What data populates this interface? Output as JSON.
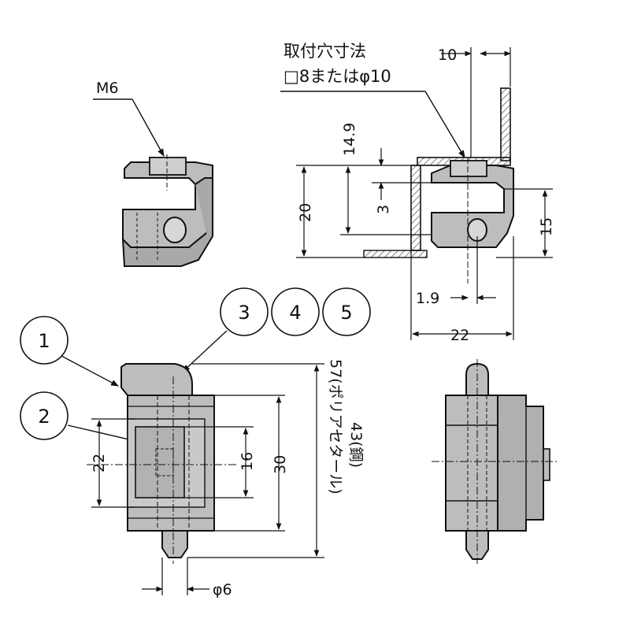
{
  "callouts": {
    "thread": "M6",
    "mount_hole_title": "取付穴寸法",
    "mount_hole_spec": "□8またはφ10",
    "part_numbers": [
      "1",
      "2",
      "3",
      "4",
      "5"
    ]
  },
  "dimensions": {
    "top_width_10": "10",
    "height_14_9": "14.9",
    "height_20": "20",
    "offset_3": "3",
    "height_15": "15",
    "offset_1_9": "1.9",
    "width_22_top": "22",
    "height_22_front": "22",
    "height_16": "16",
    "height_30": "30",
    "total_height": "57(ポリアセタール)",
    "total_height_steel": "43(鋼)",
    "diameter_6": "φ6"
  },
  "colors": {
    "part_fill": "#b9b9b9",
    "part_dark": "#8f8f8f",
    "line": "#111111",
    "hatch": "#555555"
  }
}
